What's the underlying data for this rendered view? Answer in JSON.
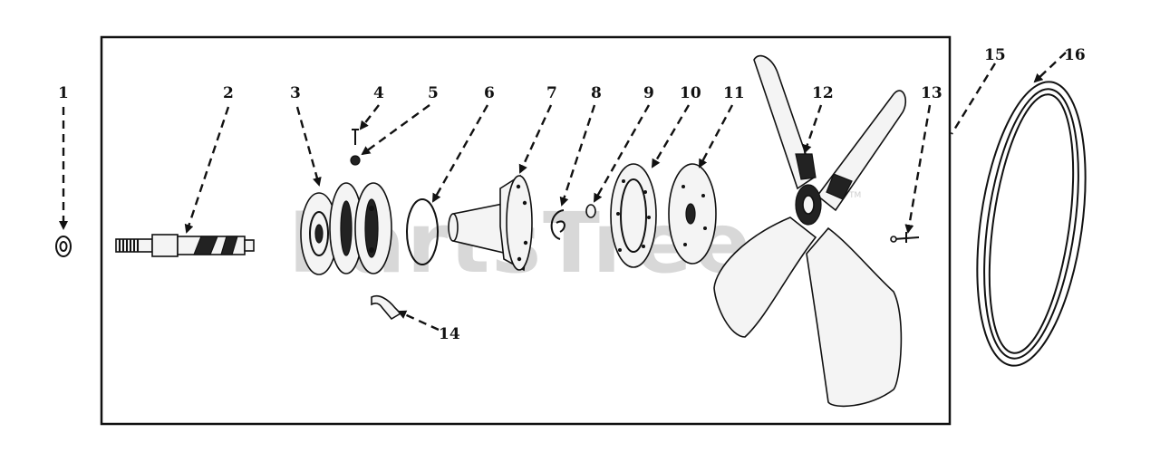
{
  "watermark": {
    "text": "PartsTree",
    "trademark": "TM"
  },
  "callouts": [
    "1",
    "2",
    "3",
    "4",
    "5",
    "6",
    "7",
    "8",
    "9",
    "10",
    "11",
    "12",
    "13",
    "14",
    "15",
    "16"
  ]
}
